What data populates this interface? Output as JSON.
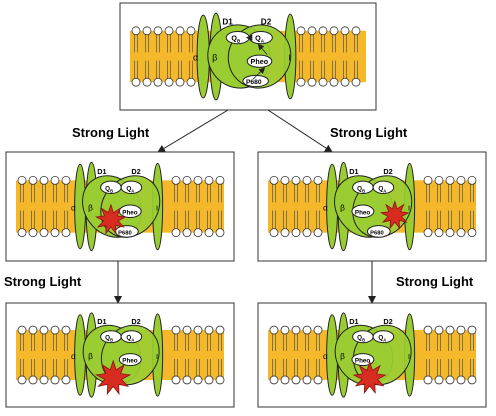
{
  "labels": {
    "d1": "D1",
    "d2": "D2",
    "alpha": "α",
    "beta": "β",
    "i": "I",
    "qb": "Q",
    "qb_sub": "B",
    "qa": "Q",
    "qa_sub": "A",
    "pheo": "Pheo",
    "p680": "P680"
  },
  "arrows": {
    "top_left": "Strong Light",
    "top_right": "Strong Light",
    "bottom_left": "Strong Light",
    "bottom_right": "Strong Light"
  },
  "colors": {
    "membrane": "#f5b82a",
    "protein": "#9acd32",
    "protein_dark": "#7ab51d",
    "damage": "#d82c20",
    "frame": "#333333",
    "stroke": "#222222"
  }
}
